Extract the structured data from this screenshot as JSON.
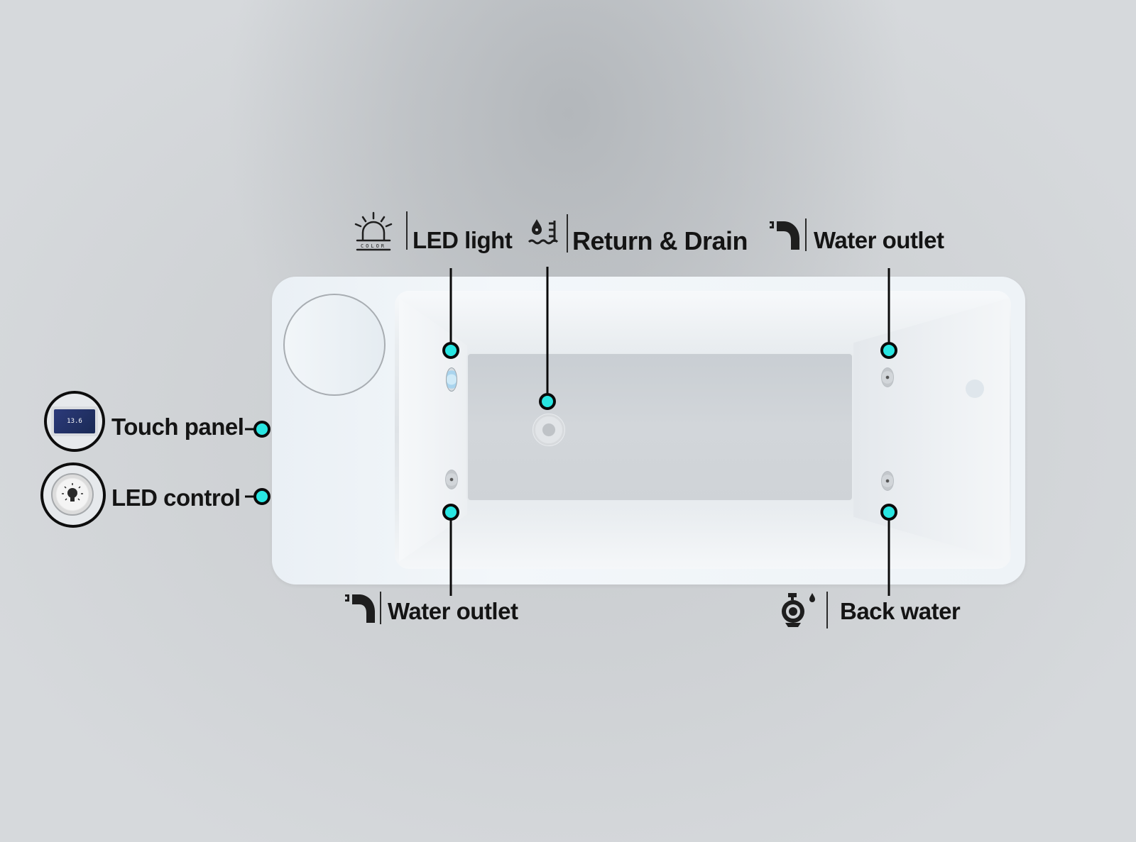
{
  "diagram": {
    "subject": "Bathtub features top view",
    "accent_color": "#29e6e2",
    "line_color": "#0a0a0a",
    "labels": {
      "led_light": "LED light",
      "return_drain": "Return & Drain",
      "water_outlet_top": "Water outlet",
      "water_outlet_bottom": "Water outlet",
      "back_water": "Back water",
      "touch_panel": "Touch panel",
      "led_control": "LED control"
    },
    "icons": {
      "led_light": "led-light-color-icon",
      "led_light_caption": "COLOR",
      "return_drain": "return-drain-icon",
      "water_outlet": "faucet-icon",
      "back_water": "pump-water-icon",
      "touch_panel": "touch-panel-thumbnail",
      "led_control": "led-button-thumbnail"
    },
    "touch_panel_display": "13.6"
  }
}
